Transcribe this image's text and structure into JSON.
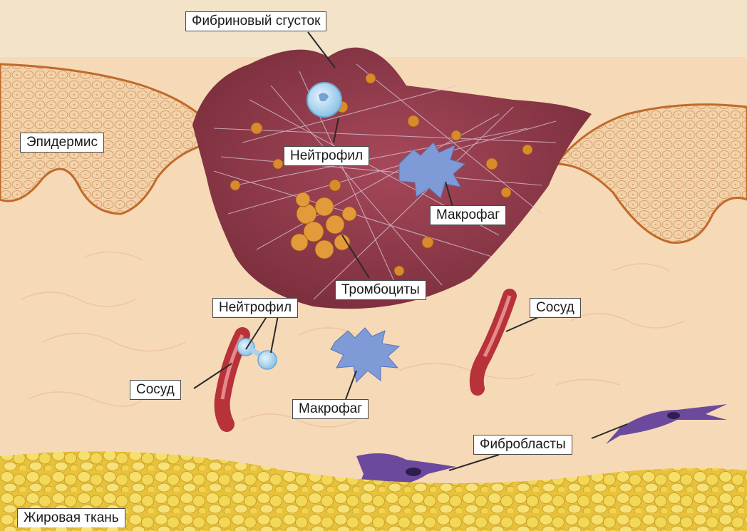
{
  "labels": {
    "fibrin_clot": "Фибриновый сгусток",
    "epidermis": "Эпидермис",
    "neutrophil_top": "Нейтрофил",
    "macrophage_top": "Макрофаг",
    "platelets": "Тромбоциты",
    "neutrophil_bottom": "Нейтрофил",
    "vessel_right": "Сосуд",
    "vessel_left": "Сосуд",
    "macrophage_bottom": "Макрофаг",
    "fibroblasts": "Фибробласты",
    "adipose": "Жировая ткань"
  },
  "colors": {
    "dermis": "#f6d9b6",
    "epidermis": "#f0c79a",
    "epidermis_border": "#c06a2a",
    "clot": "#8e3a4a",
    "platelet": "#d98a2c",
    "vessel": "#b8323a",
    "macrophage": "#7e9bd8",
    "neutrophil": "#a9d2ef",
    "fibroblast": "#6b4a9e",
    "fat": "#f2d24a"
  }
}
